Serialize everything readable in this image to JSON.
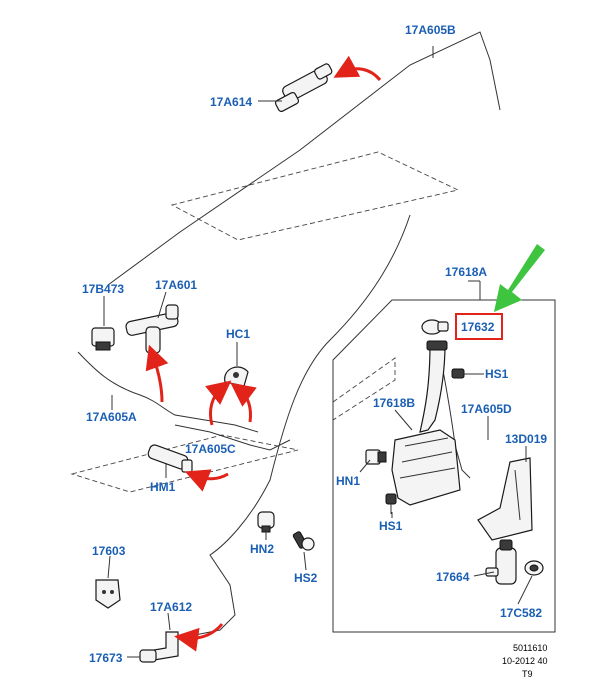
{
  "colors": {
    "label": "#1a5fb4",
    "arrow_red": "#e2231a",
    "arrow_green": "#3ec43e",
    "highlight_box": "#e2231a",
    "line": "#333333"
  },
  "labels": {
    "p17a605b": "17A605B",
    "p17a614": "17A614",
    "p17618a": "17618A",
    "p17632": "17632",
    "p17b473": "17B473",
    "p17a601": "17A601",
    "hc1": "HC1",
    "hs1_top": "HS1",
    "p17618b": "17618B",
    "p17a605d": "17A605D",
    "p13d019": "13D019",
    "p17a605a": "17A605A",
    "p17a605c": "17A605C",
    "hn1": "HN1",
    "hm1": "HM1",
    "hs1_bottom": "HS1",
    "hn2": "HN2",
    "hs2": "HS2",
    "p17603": "17603",
    "p17a612": "17A612",
    "p17664": "17664",
    "p17c582": "17C582",
    "p17673": "17673"
  },
  "reference": {
    "line1": "5011610",
    "line2": "10-2012 40",
    "line3": "T9"
  }
}
